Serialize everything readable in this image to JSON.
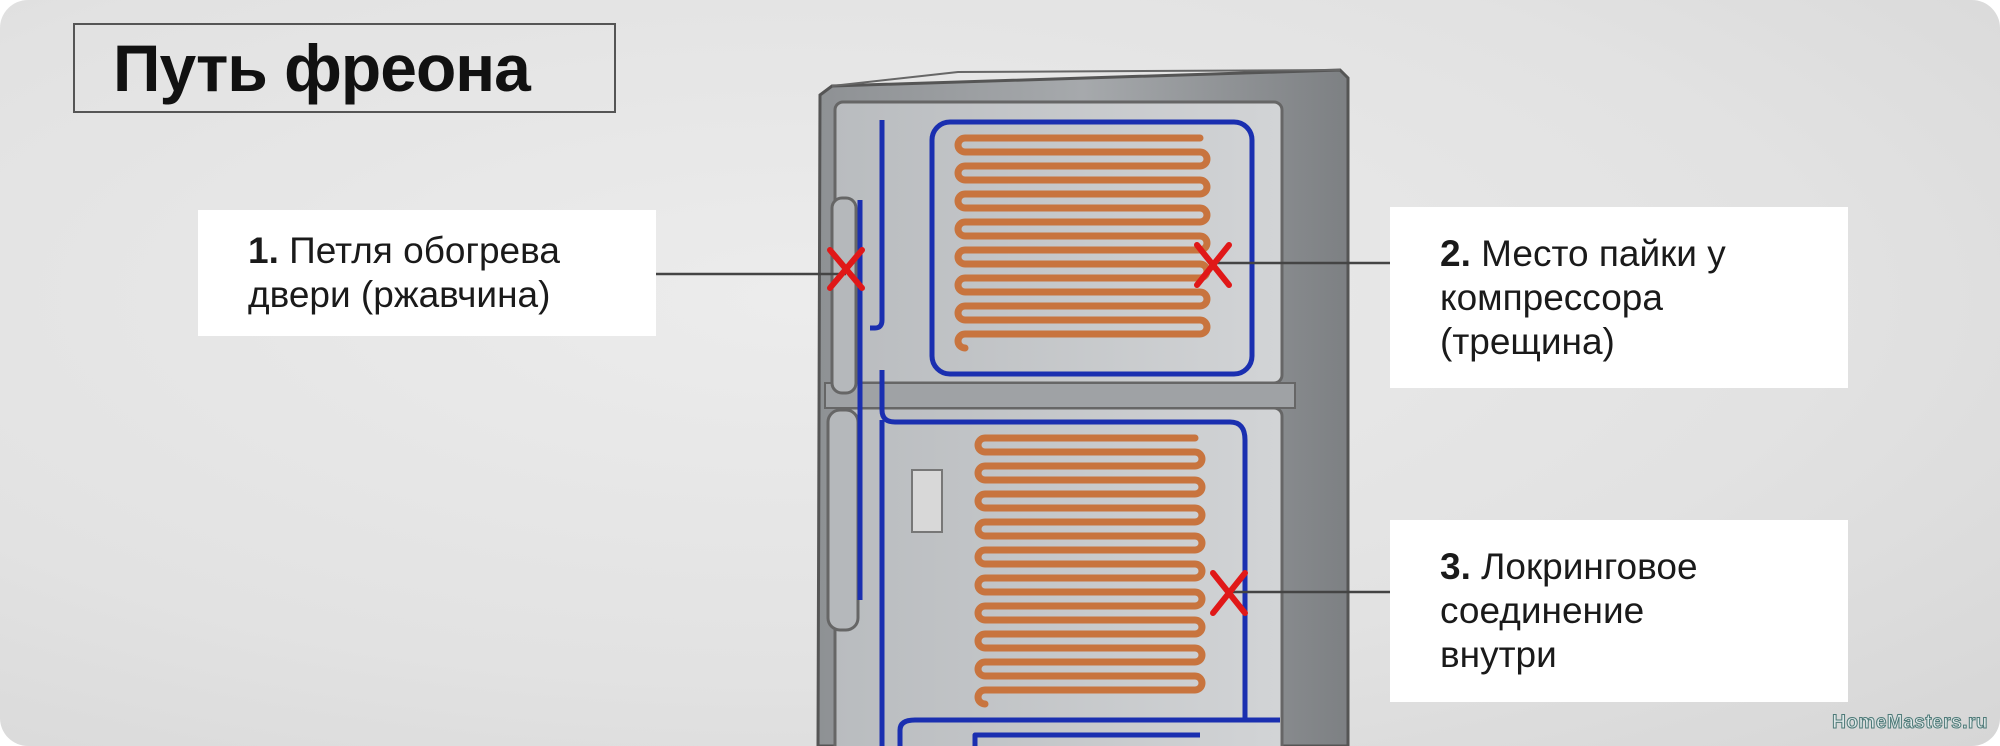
{
  "title": "Путь фреона",
  "callouts": [
    {
      "number": "1.",
      "text": "Петля обогрева\nдвери (ржавчина)"
    },
    {
      "number": "2.",
      "text": "Место пайки у\nкомпрессора\n(трещина)"
    },
    {
      "number": "3.",
      "text": "Локринговое\nсоединение\nвнутри"
    }
  ],
  "watermark": "HomeMasters.ru",
  "colors": {
    "copper": "#c8743e",
    "freon_line": "#1a2fb0",
    "marker": "#e01818",
    "fridge": "#9a9da0"
  }
}
